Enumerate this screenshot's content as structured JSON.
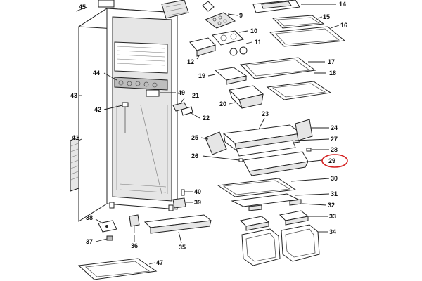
{
  "callouts": {
    "c1": "45",
    "c2": "14",
    "c3": "15",
    "c4": "16",
    "c5": "9",
    "c6": "10",
    "c7": "11",
    "c8": "12",
    "c9": "17",
    "c10": "19",
    "c11": "18",
    "c12": "44",
    "c13": "43",
    "c14": "49",
    "c15": "21",
    "c16": "20",
    "c17": "42",
    "c18": "22",
    "c19": "23",
    "c20": "25",
    "c21": "24",
    "c22": "27",
    "c23": "41",
    "c24": "28",
    "c25": "26",
    "c26": "29",
    "c27": "30",
    "c28": "40",
    "c29": "31",
    "c30": "39",
    "c31": "32",
    "c32": "38",
    "c33": "33",
    "c34": "34",
    "c35": "37",
    "c36": "36",
    "c37": "35",
    "c38": "47"
  },
  "highlight": {
    "part": "29",
    "color": "#d42020"
  }
}
